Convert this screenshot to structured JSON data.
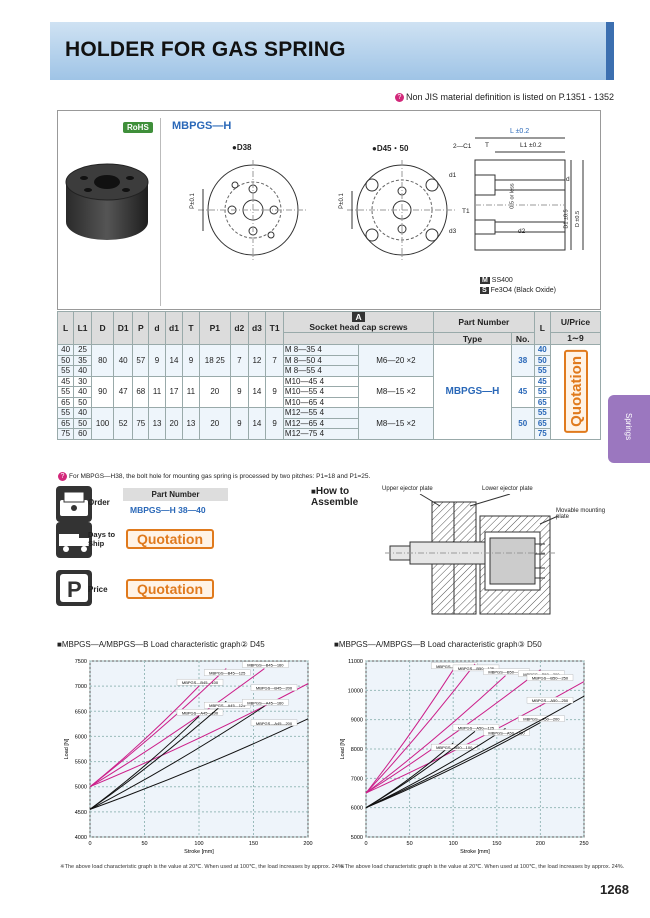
{
  "header": {
    "title": "HOLDER FOR GAS SPRING",
    "note": "Non JIS material definition is listed on P.1351 - 1352"
  },
  "product": {
    "rohs": "RoHS",
    "series": "MBPGS—H",
    "view_d38": "●D38",
    "view_d45": "●D45・50",
    "p_label": "P±0.1",
    "dims": {
      "L": "L ±0.2",
      "L1": "L1 ±0.2",
      "T": "T",
      "C1": "2—C1",
      "T1": "T1",
      "d1": "d1",
      "d2": "d2",
      "d3": "d3",
      "d": "d",
      "D1": "D1 ±0.5",
      "D": "D ±0.5",
      "less": "0.5 or less"
    },
    "material_m": "SS400",
    "material_s": "Fe3O4 (Black Oxide)"
  },
  "table": {
    "headers": [
      "L",
      "L1",
      "D",
      "D1",
      "P",
      "d",
      "d1",
      "T",
      "P1",
      "d2",
      "d3",
      "T1"
    ],
    "a_badge": "A",
    "socket": "Socket head cap screws",
    "part_number": "Part Number",
    "type": "Type",
    "no": "No.",
    "l_col": "L",
    "uprice": "U/Price",
    "uprice_range": "1∼9",
    "type_value": "MBPGS—H",
    "rows": [
      [
        "40",
        "25",
        "",
        "",
        "",
        "",
        "",
        "",
        "",
        "",
        "",
        "",
        "M 8—35 4",
        "",
        "40"
      ],
      [
        "50",
        "35",
        "80",
        "40",
        "57",
        "9",
        "14",
        "9",
        "18 25",
        "7",
        "12",
        "7",
        "M 8—50 4",
        "M6—20 ×2",
        "50"
      ],
      [
        "55",
        "40",
        "",
        "",
        "",
        "",
        "",
        "",
        "",
        "",
        "",
        "",
        "M 8—55 4",
        "",
        "55"
      ],
      [
        "45",
        "30",
        "",
        "",
        "",
        "",
        "",
        "",
        "",
        "",
        "",
        "",
        "M10—45 4",
        "",
        "45"
      ],
      [
        "55",
        "40",
        "90",
        "47",
        "68",
        "11",
        "17",
        "11",
        "20",
        "9",
        "14",
        "9",
        "M10—55 4",
        "M8—15 ×2",
        "55"
      ],
      [
        "65",
        "50",
        "",
        "",
        "",
        "",
        "",
        "",
        "",
        "",
        "",
        "",
        "M10—65 4",
        "",
        "65"
      ],
      [
        "55",
        "40",
        "",
        "",
        "",
        "",
        "",
        "",
        "",
        "",
        "",
        "",
        "M12—55 4",
        "",
        "55"
      ],
      [
        "65",
        "50",
        "100",
        "52",
        "75",
        "13",
        "20",
        "13",
        "20",
        "9",
        "14",
        "9",
        "M12—65 4",
        "M8—15 ×2",
        "65"
      ],
      [
        "75",
        "60",
        "",
        "",
        "",
        "",
        "",
        "",
        "",
        "",
        "",
        "",
        "M12—75 4",
        "",
        "75"
      ]
    ],
    "nos": [
      "38",
      "45",
      "50"
    ],
    "quotation": "Quotation",
    "footnote": "For MBPGS—H38, the bolt hole for mounting gas spring is processed by two pitches: P1=18 and P1=25."
  },
  "order": {
    "order_label": "Order",
    "part_number_label": "Part Number",
    "part_number_value": "MBPGS—H 38—40",
    "days_label": "Days to Ship",
    "days_value": "Quotation",
    "price_label": "Price",
    "price_value": "Quotation"
  },
  "assemble": {
    "title": "How to Assemble",
    "upper": "Upper ejector plate",
    "lower": "Lower ejector plate",
    "movable": "Movable mounting plate"
  },
  "side_tab": "Springs",
  "graphs": {
    "left_title": "■MBPGS—A/MBPGS—B Load characteristic graph② D45",
    "right_title": "■MBPGS—A/MBPGS—B Load characteristic graph③ D50",
    "ylabel": "Load [N]",
    "xlabel": "Stroke [mm]",
    "footnote": "※The above load characteristic graph is the value at 20℃. When used at 100℃, the load increases by approx. 24%."
  },
  "chart_data": [
    {
      "type": "line",
      "title": "MBPGS—A/MBPGS—B Load characteristic graph② D45",
      "xlabel": "Stroke [mm]",
      "ylabel": "Load [N]",
      "xlim": [
        0,
        200
      ],
      "ylim": [
        4000,
        7500
      ],
      "xticks": [
        0,
        50,
        100,
        150,
        200
      ],
      "yticks": [
        4000,
        4500,
        5000,
        5500,
        6000,
        6500,
        7000,
        7500
      ],
      "series": [
        {
          "name": "MBPGS—B45—100",
          "color": "#cc1f8a",
          "x": [
            0,
            100
          ],
          "y": [
            5000,
            7000
          ]
        },
        {
          "name": "MBPGS—B45—125",
          "color": "#cc1f8a",
          "x": [
            0,
            125
          ],
          "y": [
            5000,
            7350
          ]
        },
        {
          "name": "MBPGS—B45—160",
          "color": "#cc1f8a",
          "x": [
            0,
            160
          ],
          "y": [
            5000,
            7350
          ]
        },
        {
          "name": "MBPGS—B45—200",
          "color": "#cc1f8a",
          "x": [
            0,
            200
          ],
          "y": [
            5000,
            7050
          ]
        },
        {
          "name": "MBPGS—A45—100",
          "color": "#111111",
          "x": [
            0,
            100
          ],
          "y": [
            4550,
            6400
          ]
        },
        {
          "name": "MBPGS—A45—125",
          "color": "#111111",
          "x": [
            0,
            125
          ],
          "y": [
            4550,
            6700
          ]
        },
        {
          "name": "MBPGS—A45—160",
          "color": "#111111",
          "x": [
            0,
            160
          ],
          "y": [
            4550,
            6600
          ]
        },
        {
          "name": "MBPGS—A45—200",
          "color": "#111111",
          "x": [
            0,
            200
          ],
          "y": [
            4550,
            6350
          ]
        }
      ]
    },
    {
      "type": "line",
      "title": "MBPGS—A/MBPGS—B Load characteristic graph③ D50",
      "xlabel": "Stroke [mm]",
      "ylabel": "Load [N]",
      "xlim": [
        0,
        250
      ],
      "ylim": [
        5000,
        11000
      ],
      "xticks": [
        0,
        50,
        100,
        150,
        200,
        250
      ],
      "yticks": [
        5000,
        6000,
        7000,
        8000,
        9000,
        10000,
        11000
      ],
      "series": [
        {
          "name": "MBPGS—B50—100",
          "color": "#cc1f8a",
          "x": [
            0,
            100
          ],
          "y": [
            6500,
            10700
          ]
        },
        {
          "name": "MBPGS—B50—125",
          "color": "#cc1f8a",
          "x": [
            0,
            125
          ],
          "y": [
            6500,
            10900
          ]
        },
        {
          "name": "MBPGS—B50—160",
          "color": "#cc1f8a",
          "x": [
            0,
            160
          ],
          "y": [
            6500,
            10500
          ]
        },
        {
          "name": "MBPGS—B50—200",
          "color": "#cc1f8a",
          "x": [
            0,
            200
          ],
          "y": [
            6500,
            10700
          ]
        },
        {
          "name": "MBPGS—B50—250",
          "color": "#cc1f8a",
          "x": [
            0,
            250
          ],
          "y": [
            6500,
            10300
          ]
        },
        {
          "name": "MBPGS—A50—100",
          "color": "#111111",
          "x": [
            0,
            100
          ],
          "y": [
            6000,
            8200
          ]
        },
        {
          "name": "MBPGS—A50—125",
          "color": "#111111",
          "x": [
            0,
            125
          ],
          "y": [
            6000,
            8600
          ]
        },
        {
          "name": "MBPGS—A50—160",
          "color": "#111111",
          "x": [
            0,
            160
          ],
          "y": [
            6000,
            8700
          ]
        },
        {
          "name": "MBPGS—A50—200",
          "color": "#111111",
          "x": [
            0,
            200
          ],
          "y": [
            6000,
            8900
          ]
        },
        {
          "name": "MBPGS—A50—250",
          "color": "#111111",
          "x": [
            0,
            250
          ],
          "y": [
            6000,
            9800
          ]
        }
      ]
    }
  ],
  "page_number": "1268"
}
